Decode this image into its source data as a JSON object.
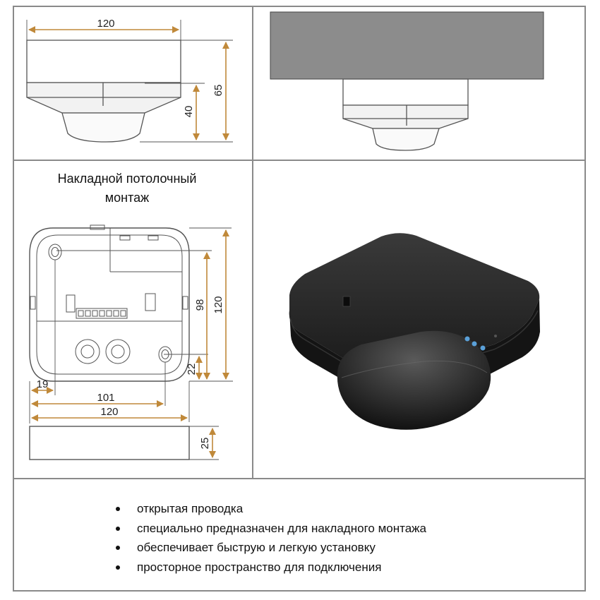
{
  "diagram": {
    "side_view": {
      "width_label": "120",
      "body_height_label": "40",
      "total_height_label": "65"
    },
    "mounted_view": {},
    "top_view": {
      "title_line1": "Накладной потолочный",
      "title_line2": "монтаж",
      "height_120_label": "120",
      "height_98_label": "98",
      "height_22_label": "22",
      "offset_19_label": "19",
      "width_101_label": "101",
      "width_120_label": "120",
      "base_height_label": "25"
    },
    "product_photo": {},
    "features": [
      "открытая проводка",
      "специально предназначен для  накладного монтажа",
      "обеспечивает быструю и легкую установку",
      "просторное пространство для подключения"
    ],
    "colors": {
      "dimension_line": "#c0893a",
      "outline": "#555555",
      "frame": "#8a8a8a",
      "ceiling": "#8c8c8c",
      "device_body": "#1e1e1e"
    }
  }
}
